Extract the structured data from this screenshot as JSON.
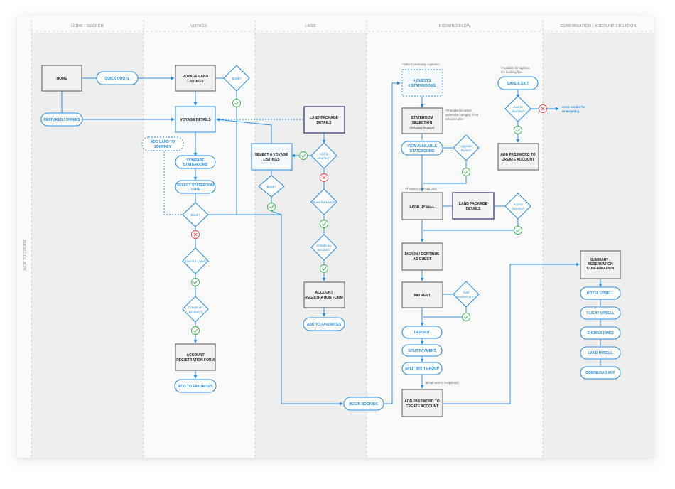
{
  "lanes": [
    "HOME / SEARCH",
    "VOYAGE",
    "LAND",
    "BOOKING FLOW",
    "CONFIRMATION / ACCOUNT CREATION"
  ],
  "side_label": "NEW TO CRUISE",
  "nodes": {
    "home": "HOME",
    "quick_quote": "QUICK QUOTE",
    "featured_offers": "FEATURED / OFFERS",
    "voyage_land_listings": [
      "VOYAGE/LAND",
      "LISTINGS"
    ],
    "book_1": "Book?",
    "voyage_details": "VOYAGE DETAILS",
    "add_land_journey": [
      "ADD LAND TO",
      "JOURNEY"
    ],
    "compare_staterooms": [
      "COMPARE",
      "STATEROOMS"
    ],
    "select_stateroom_type": [
      "SELECT STATEROOM",
      "TYPE"
    ],
    "book_2": "Book?",
    "save_later_1": "Save for Later?",
    "create_account_1": [
      "Create an",
      "account?"
    ],
    "account_reg_1": [
      "ACCOUNT",
      "REGISTRATION FORM"
    ],
    "add_favorites_1": "ADD TO FAVORITES",
    "land_package_1": [
      "LAND PACKAGE",
      "DETAILS"
    ],
    "select_voyage_listings": [
      "SELECT A VOYAGE",
      "LISTINGS"
    ],
    "add_journey_1": [
      "Add to",
      "Journey?"
    ],
    "book_3": "Book?",
    "save_later_2": "Save for Later?",
    "create_account_2": [
      "Create an",
      "account?"
    ],
    "account_reg_2": [
      "ACCOUNT",
      "REGISTRATION FORM"
    ],
    "add_favorites_2": "ADD TO FAVORITES",
    "begin_booking": "BEGIN BOOKING",
    "guests_staterooms": [
      "# GUESTS",
      "# STATEROOMS"
    ],
    "stateroom_selection": [
      "STATEROOM",
      "SELECTION"
    ],
    "stateroom_selection_sub": "(including location)",
    "view_available": [
      "VIEW AVAILABLE",
      "STATEROOMS"
    ],
    "upgrade_room": [
      "Upgrade",
      "Room?"
    ],
    "land_upsell": "LAND UPSELL",
    "land_package_2": [
      "LAND PACKAGE",
      "DETAILS"
    ],
    "add_journey_2": [
      "Add to",
      "Journey?"
    ],
    "sign_in": [
      "SIGN IN / CONTINUE",
      "AS GUEST"
    ],
    "payment": "PAYMENT",
    "add_cruisecare": [
      "Add",
      "CruiseCare?"
    ],
    "deposit": "DEPOSIT",
    "split_payment": "SPLIT PAYMENT",
    "split_with_group": "SPLIT WITH GROUP",
    "add_password_1": [
      "ADD PASSWORD TO",
      "CREATE ACCOUNT"
    ],
    "save_exit": "SAVE & EXIT",
    "add_journey_3": [
      "Add to",
      "Journey?"
    ],
    "add_password_2": [
      "ADD PASSWORD TO",
      "CREATE ACCOUNT"
    ],
    "summary": [
      "SUMMARY /",
      "RESERVATION",
      "CONFIRMATION"
    ],
    "hotel_upsell": "HOTEL UPSELL",
    "flight_upsell": "FLIGHT UPSELL",
    "shorex": "SHOREX (RMC)",
    "land_upsell_2": "LAND UPSELL",
    "download_app": "DOWNLOAD APP"
  },
  "notes": {
    "skip_captured": "* Skip if previously captured",
    "prompted": [
      "*Prompted to select",
      "stateroom category if not",
      "selected prior"
    ],
    "havent_selected": "*If haven't selected prior",
    "email_sent": "*Email sent to recipient(s)",
    "available_throughout": [
      "*Available throughout",
      "the booking flow"
    ],
    "store_cookie": [
      "store cookie for",
      "re-targeting"
    ]
  },
  "colors": {
    "accent": "#2b8fe3",
    "dark_box_border": "#555555",
    "navy_box_border": "#29316a",
    "yes": "#34b34a",
    "no": "#e8424a"
  }
}
